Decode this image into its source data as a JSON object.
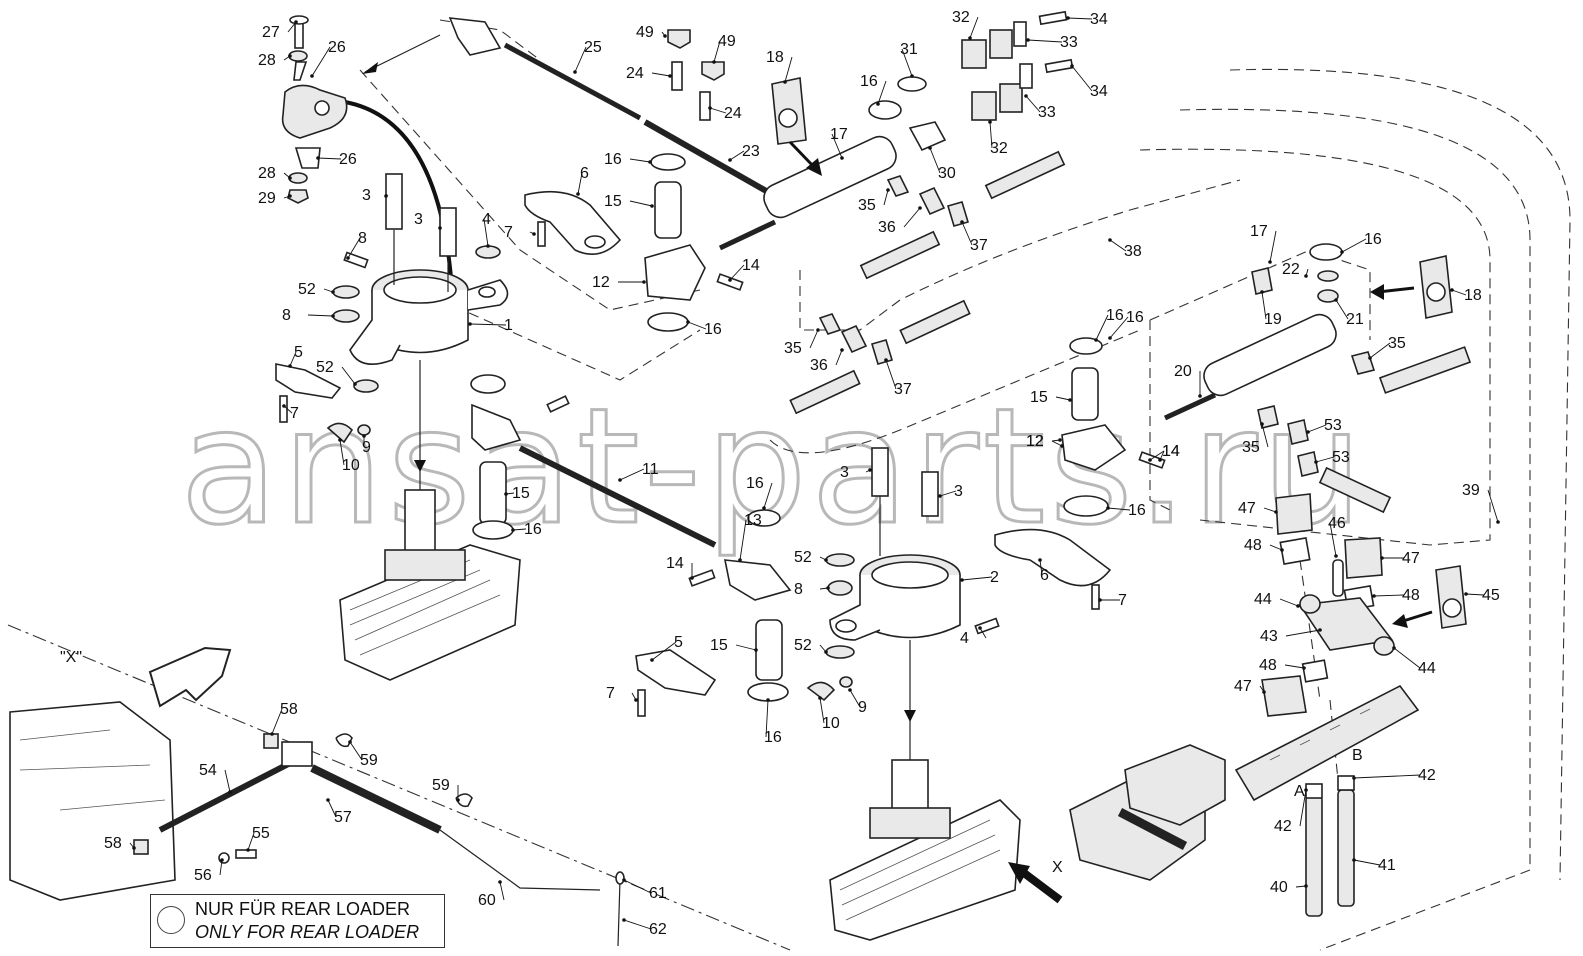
{
  "watermark": "ansat-parts.ru",
  "detail_view_label": "\"X\"",
  "view_arrow_label": "X",
  "note": {
    "line_de": "NUR FÜR REAR LOADER",
    "line_en": "ONLY FOR REAR LOADER"
  },
  "port_labels": {
    "a": "A",
    "b": "B"
  },
  "callouts": [
    "27",
    "28",
    "26",
    "28",
    "26",
    "29",
    "3",
    "3",
    "4",
    "8",
    "52",
    "8",
    "1",
    "5",
    "52",
    "7",
    "10",
    "9",
    "25",
    "49",
    "49",
    "24",
    "24",
    "23",
    "16",
    "6",
    "15",
    "7",
    "12",
    "14",
    "16",
    "18",
    "17",
    "16",
    "31",
    "30",
    "32",
    "34",
    "33",
    "33",
    "34",
    "32",
    "35",
    "36",
    "37",
    "38",
    "16",
    "12",
    "14",
    "11",
    "15",
    "16",
    "16",
    "13",
    "14",
    "52",
    "8",
    "52",
    "5",
    "7",
    "15",
    "16",
    "10",
    "9",
    "2",
    "4",
    "6",
    "7",
    "35",
    "36",
    "37",
    "16",
    "15",
    "12",
    "14",
    "16",
    "3",
    "3",
    "17",
    "16",
    "22",
    "18",
    "19",
    "21",
    "35",
    "20",
    "53",
    "53",
    "35",
    "39",
    "47",
    "46",
    "47",
    "48",
    "48",
    "44",
    "45",
    "43",
    "44",
    "48",
    "47",
    "42",
    "42",
    "41",
    "40",
    "54",
    "58",
    "59",
    "59",
    "57",
    "58",
    "55",
    "56",
    "60",
    "61",
    "62"
  ]
}
